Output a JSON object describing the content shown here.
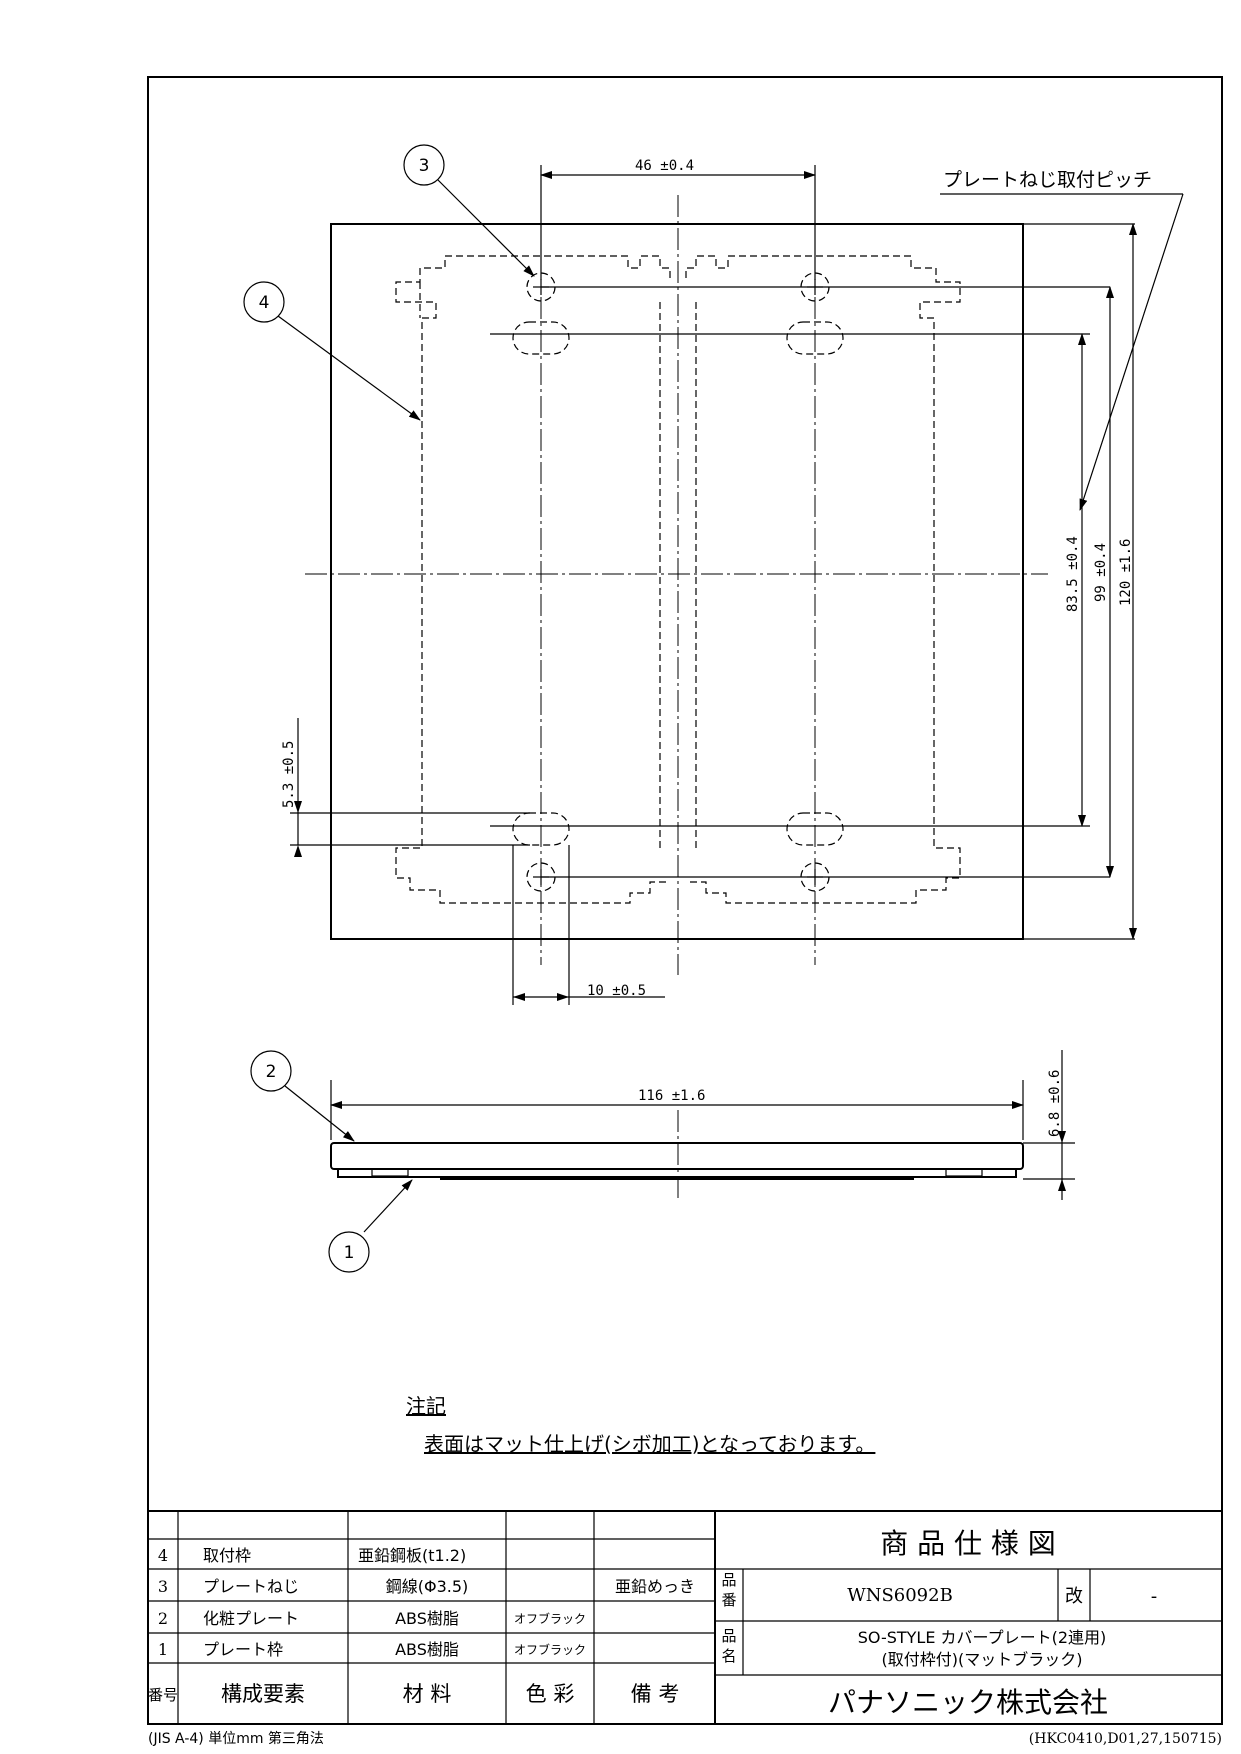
{
  "dimensions": {
    "pitch_horizontal": "46 ±0.4",
    "slot_width": "10 ±0.5",
    "overall_width": "116 ±1.6",
    "thickness": "6.8 ±0.6",
    "slot_pitch": "83.5 ±0.4",
    "screw_pitch": "99 ±0.4",
    "overall_height": "120 ±1.6",
    "edge_offset": "5.3 ±0.5"
  },
  "callouts": {
    "screw_pitch_label": "プレートねじ取付ピッチ",
    "balloons": [
      "1",
      "2",
      "3",
      "4"
    ]
  },
  "notes": {
    "heading": "注記",
    "text": "表面はマット仕上げ(シボ加工)となっております。"
  },
  "parts_table": {
    "headers": [
      "番号",
      "構成要素",
      "材 料",
      "色 彩",
      "備 考"
    ],
    "rows": [
      {
        "no": "4",
        "name": "取付枠",
        "material": "亜鉛鋼板(t1.2)",
        "color": "",
        "remark": ""
      },
      {
        "no": "3",
        "name": "プレートねじ",
        "material": "鋼線(Φ3.5)",
        "color": "",
        "remark": "亜鉛めっき"
      },
      {
        "no": "2",
        "name": "化粧プレート",
        "material": "ABS樹脂",
        "color": "オフブラック",
        "remark": ""
      },
      {
        "no": "1",
        "name": "プレート枠",
        "material": "ABS樹脂",
        "color": "オフブラック",
        "remark": ""
      }
    ]
  },
  "title_block": {
    "title": "商 品 仕 様 図",
    "part_number_label": "品番",
    "part_number": "WNS6092B",
    "revision_label": "改",
    "revision": "-",
    "product_name_label": "品名",
    "product_name_line1": "SO-STYLE カバープレート(2連用)",
    "product_name_line2": "(取付枠付)(マットブラック)",
    "company": "パナソニック株式会社"
  },
  "footer": {
    "left": "(JIS A-4) 単位mm 第三角法",
    "right": "(HKC0410,D01,27,150715)"
  }
}
